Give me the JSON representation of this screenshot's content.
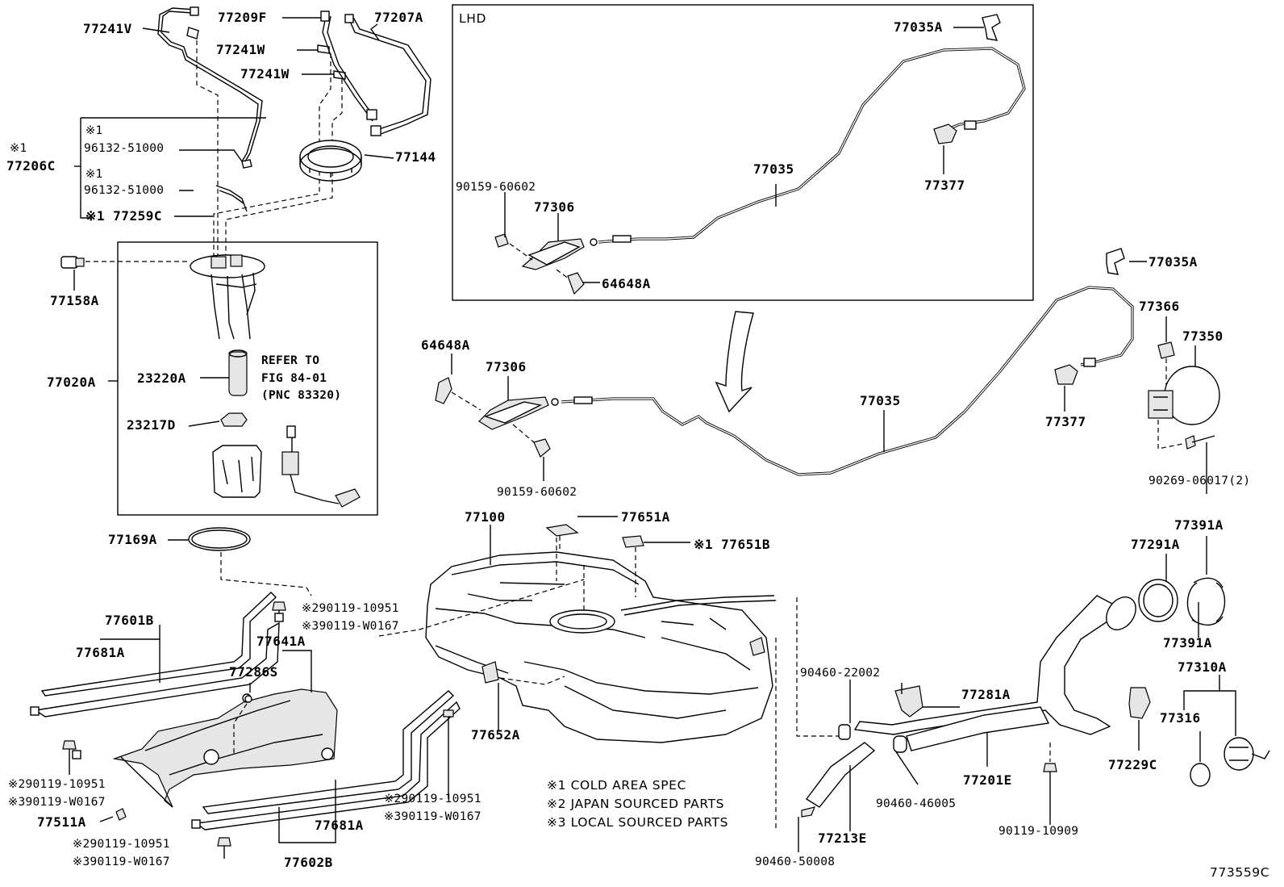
{
  "labels": {
    "p77241V": "77241V",
    "p77209F": "77209F",
    "p77207A": "77207A",
    "p77241W_1": "77241W",
    "p77241W_2": "77241W",
    "mark1_a": "※1",
    "p96132_a": "96132-51000",
    "mark1_side": "※1",
    "p77206C": "77206C",
    "mark1_b": "※1",
    "p96132_b": "96132-51000",
    "p77259C": "※1 77259C",
    "p77144": "77144",
    "p77158A": "77158A",
    "p77020A": "77020A",
    "p23220A": "23220A",
    "refer_1": "REFER TO",
    "refer_2": "FIG 84-01",
    "refer_3": "(PNC 83320)",
    "p23217D": "23217D",
    "p77169A": "77169A",
    "p77601B": "77601B",
    "p77681A_1": "77681A",
    "p77641A": "77641A",
    "p77286S": "77286S",
    "bolt_a1": "※290119-10951",
    "bolt_a2": "※390119-W0167",
    "bolt_b1": "※290119-10951",
    "bolt_b2": "※390119-W0167",
    "bolt_c1": "※290119-10951",
    "bolt_c2": "※390119-W0167",
    "bolt_d1": "※290119-10951",
    "bolt_d2": "※390119-W0167",
    "p77511A": "77511A",
    "p77681A_2": "77681A",
    "p77602B": "77602B",
    "lhd": "LHD",
    "p77035A_1": "77035A",
    "p90159_1": "90159-60602",
    "p77306_1": "77306",
    "p77035_1": "77035",
    "p77377_1": "77377",
    "p64648A_1": "64648A",
    "p77035A_2": "77035A",
    "p64648A_2": "64648A",
    "p77306_2": "77306",
    "p77366": "77366",
    "p77350": "77350",
    "p77035_2": "77035",
    "p77377_2": "77377",
    "p90159_2": "90159-60602",
    "p90269": "90269-06017(2)",
    "p77100": "77100",
    "p77651A": "77651A",
    "p77651B": "※1 77651B",
    "p77391A_1": "77391A",
    "p77291A": "77291A",
    "p77391A_2": "77391A",
    "p77310A": "77310A",
    "p77316": "77316",
    "p90460_22002": "90460-22002",
    "p77281A": "77281A",
    "p77652A": "77652A",
    "p77229C": "77229C",
    "p77201E": "77201E",
    "p90460_46005": "90460-46005",
    "p77213E": "77213E",
    "p90119_10909": "90119-10909",
    "p90460_50008": "90460-50008",
    "fig_id": "773559C"
  },
  "notes": [
    "※1 COLD AREA SPEC",
    "※2 JAPAN SOURCED PARTS",
    "※3 LOCAL SOURCED PARTS"
  ]
}
